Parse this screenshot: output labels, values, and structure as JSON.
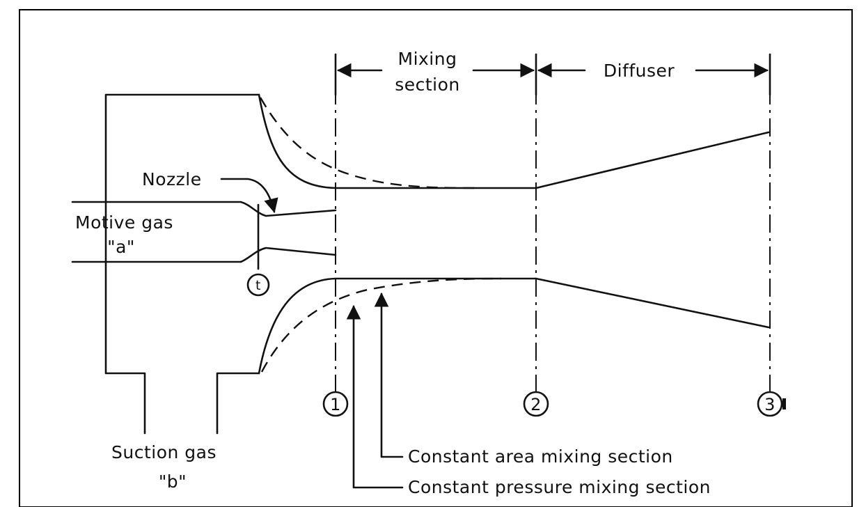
{
  "labels": {
    "mixing_section_line1": "Mixing",
    "mixing_section_line2": "section",
    "diffuser": "Diffuser",
    "nozzle": "Nozzle",
    "motive_gas_line1": "Motive gas",
    "motive_gas_line2": "\"a\"",
    "suction_gas_line1": "Suction gas",
    "suction_gas_line2": "\"b\"",
    "constant_area": "Constant area mixing section",
    "constant_pressure": "Constant pressure mixing section"
  },
  "stations": {
    "t": "t",
    "s1": "1",
    "s2": "2",
    "s3": "3"
  },
  "colors": {
    "ink": "#111111",
    "background": "#ffffff"
  }
}
